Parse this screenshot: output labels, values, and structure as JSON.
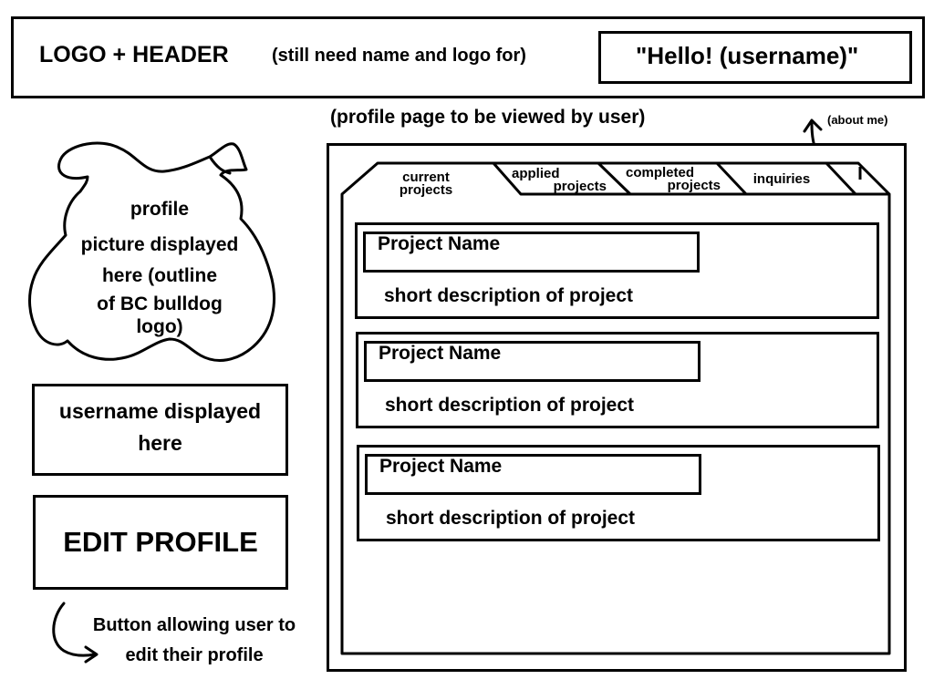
{
  "header": {
    "logo_header": "LOGO + HEADER",
    "note": "(still need name and logo for)",
    "greeting": "\"Hello! (username)\""
  },
  "profile_picture": {
    "lines": [
      "profile",
      "picture displayed",
      "here (outline",
      "of BC bulldog",
      "logo)"
    ]
  },
  "username_box": {
    "lines": [
      "username displayed",
      "here"
    ]
  },
  "edit_profile": {
    "label": "EDIT PROFILE",
    "note_lines": [
      "Button allowing user to",
      "edit their profile"
    ]
  },
  "panel": {
    "caption": "(profile page to be viewed by user)",
    "about_me": "(about me)",
    "tabs": [
      {
        "line1": "current",
        "line2": "projects"
      },
      {
        "line1": "applied",
        "line2": "projects"
      },
      {
        "line1": "completed",
        "line2": "projects"
      },
      {
        "line1": "inquiries",
        "line2": ""
      }
    ],
    "projects": [
      {
        "name": "Project Name",
        "description": "short description of project"
      },
      {
        "name": "Project Name",
        "description": "short description of project"
      },
      {
        "name": "Project Name",
        "description": "short description of project"
      }
    ]
  }
}
